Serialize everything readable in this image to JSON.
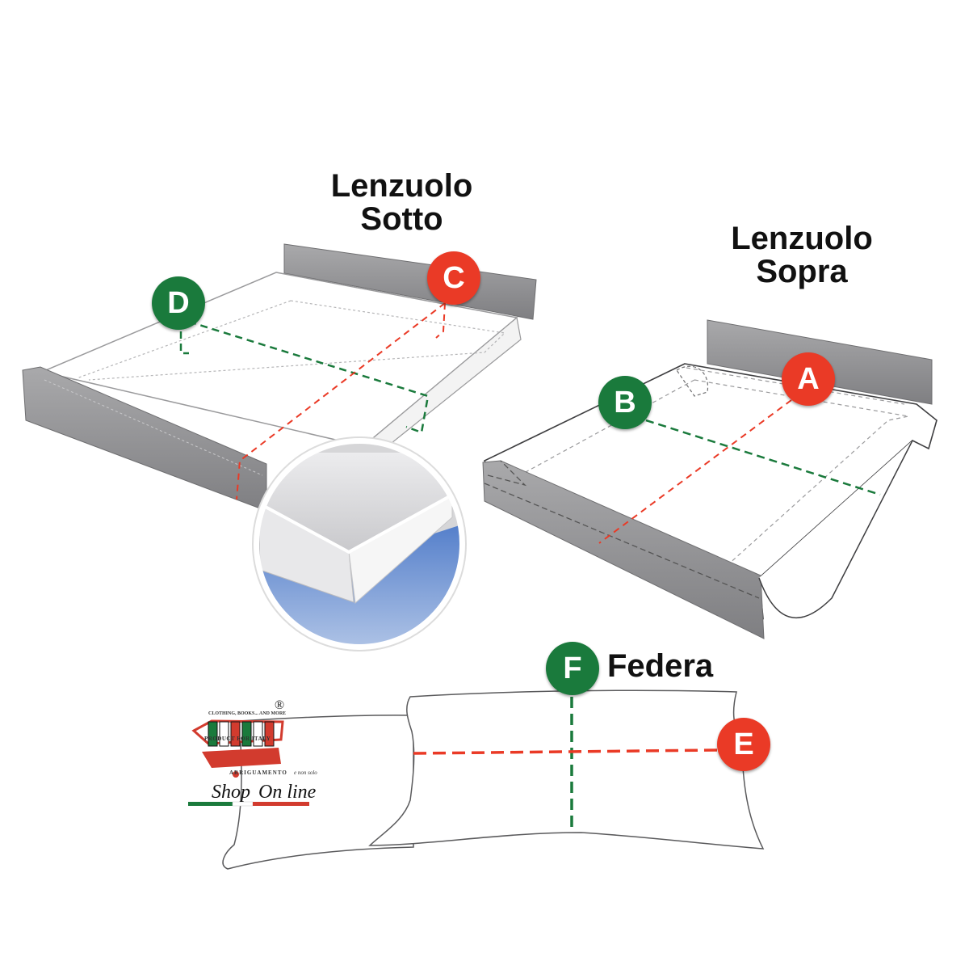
{
  "titles": {
    "sotto_line1": "Lenzuolo",
    "sotto_line2": "Sotto",
    "sopra_line1": "Lenzuolo",
    "sopra_line2": "Sopra",
    "federa": "Federa"
  },
  "badges": {
    "a": "A",
    "b": "B",
    "c": "C",
    "d": "D",
    "e": "E",
    "f": "F"
  },
  "logo": {
    "tagline_top": "CLOTHING, BOOKS... AND MORE",
    "product_for_italy": "PRODUCT FOR ITALY",
    "arredamento": "ARRIGUAMENTO",
    "non_solo": "e non solo",
    "shop": "Shop",
    "online": "On line",
    "registered": "®"
  },
  "colors": {
    "green": "#1a7a3c",
    "red": "#ea3a26",
    "panel_gray": "#8e8e90",
    "fabric_blue": "#5d86cf"
  }
}
